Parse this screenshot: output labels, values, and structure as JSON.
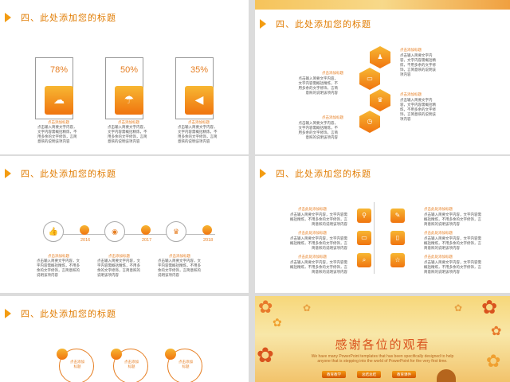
{
  "slide_title": "四、此处添加您的标题",
  "placeholder_heading": "点击添加标题",
  "placeholder_heading_alt": "点击此处添加标题",
  "placeholder_body": "点击输入简要文字内容，文字内容需概括精炼，不用多余的文字修饰，言简意赅的说明该项内容",
  "slide1": {
    "percents": [
      "78%",
      "50%",
      "35%"
    ],
    "icons": [
      "download-cloud-icon",
      "umbrella-icon",
      "volume-icon"
    ]
  },
  "slide2": {
    "icons": [
      "presenter-icon",
      "chart-board-icon",
      "trophy-icon",
      "clock-icon"
    ]
  },
  "slide3": {
    "years": [
      "2016",
      "2017",
      "2018"
    ],
    "icons": [
      "thumbs-up-icon",
      "camera-icon",
      "trophy-icon"
    ]
  },
  "slide4": {
    "icons": [
      "search-icon",
      "tag-icon",
      "monitor-icon",
      "phone-icon",
      "magnifier-icon",
      "star-icon"
    ]
  },
  "slide6": {
    "thanks": "感谢各位的观看",
    "sub_line1": "We have many PowerPoint templates that has been specifically designed to help",
    "sub_line2": "anyone that is stepping into the world of PowerPoint for the very first time.",
    "buttons": [
      "教育教学",
      "总结总结",
      "教育课件"
    ]
  },
  "colors": {
    "accent": "#f39c12",
    "accent_dark": "#e67e22",
    "title": "#e07b00"
  }
}
